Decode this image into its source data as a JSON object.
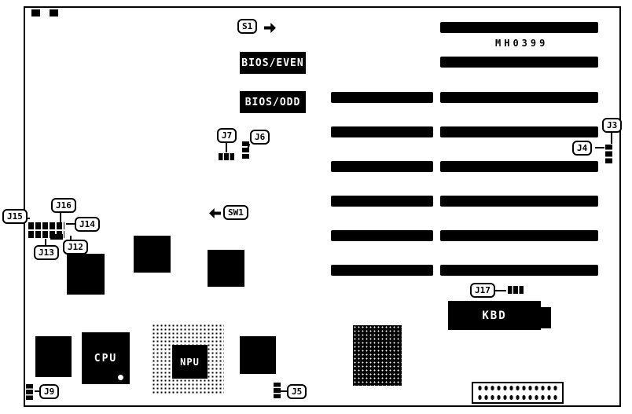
{
  "colors": {
    "ink": "#000000",
    "paper": "#ffffff"
  },
  "board": {
    "part_number": "MH0399",
    "chips": {
      "bios_even": "BIOS/EVEN",
      "bios_odd": "BIOS/ODD",
      "kbd": "KBD",
      "cpu": "CPU",
      "npu": "NPU"
    },
    "callouts": {
      "s1": "S1",
      "sw1": "SW1",
      "j3": "J3",
      "j4": "J4",
      "j5": "J5",
      "j6": "J6",
      "j7": "J7",
      "j9": "J9",
      "j12": "J12",
      "j13": "J13",
      "j14": "J14",
      "j15": "J15",
      "j16": "J16",
      "j17": "J17"
    }
  }
}
